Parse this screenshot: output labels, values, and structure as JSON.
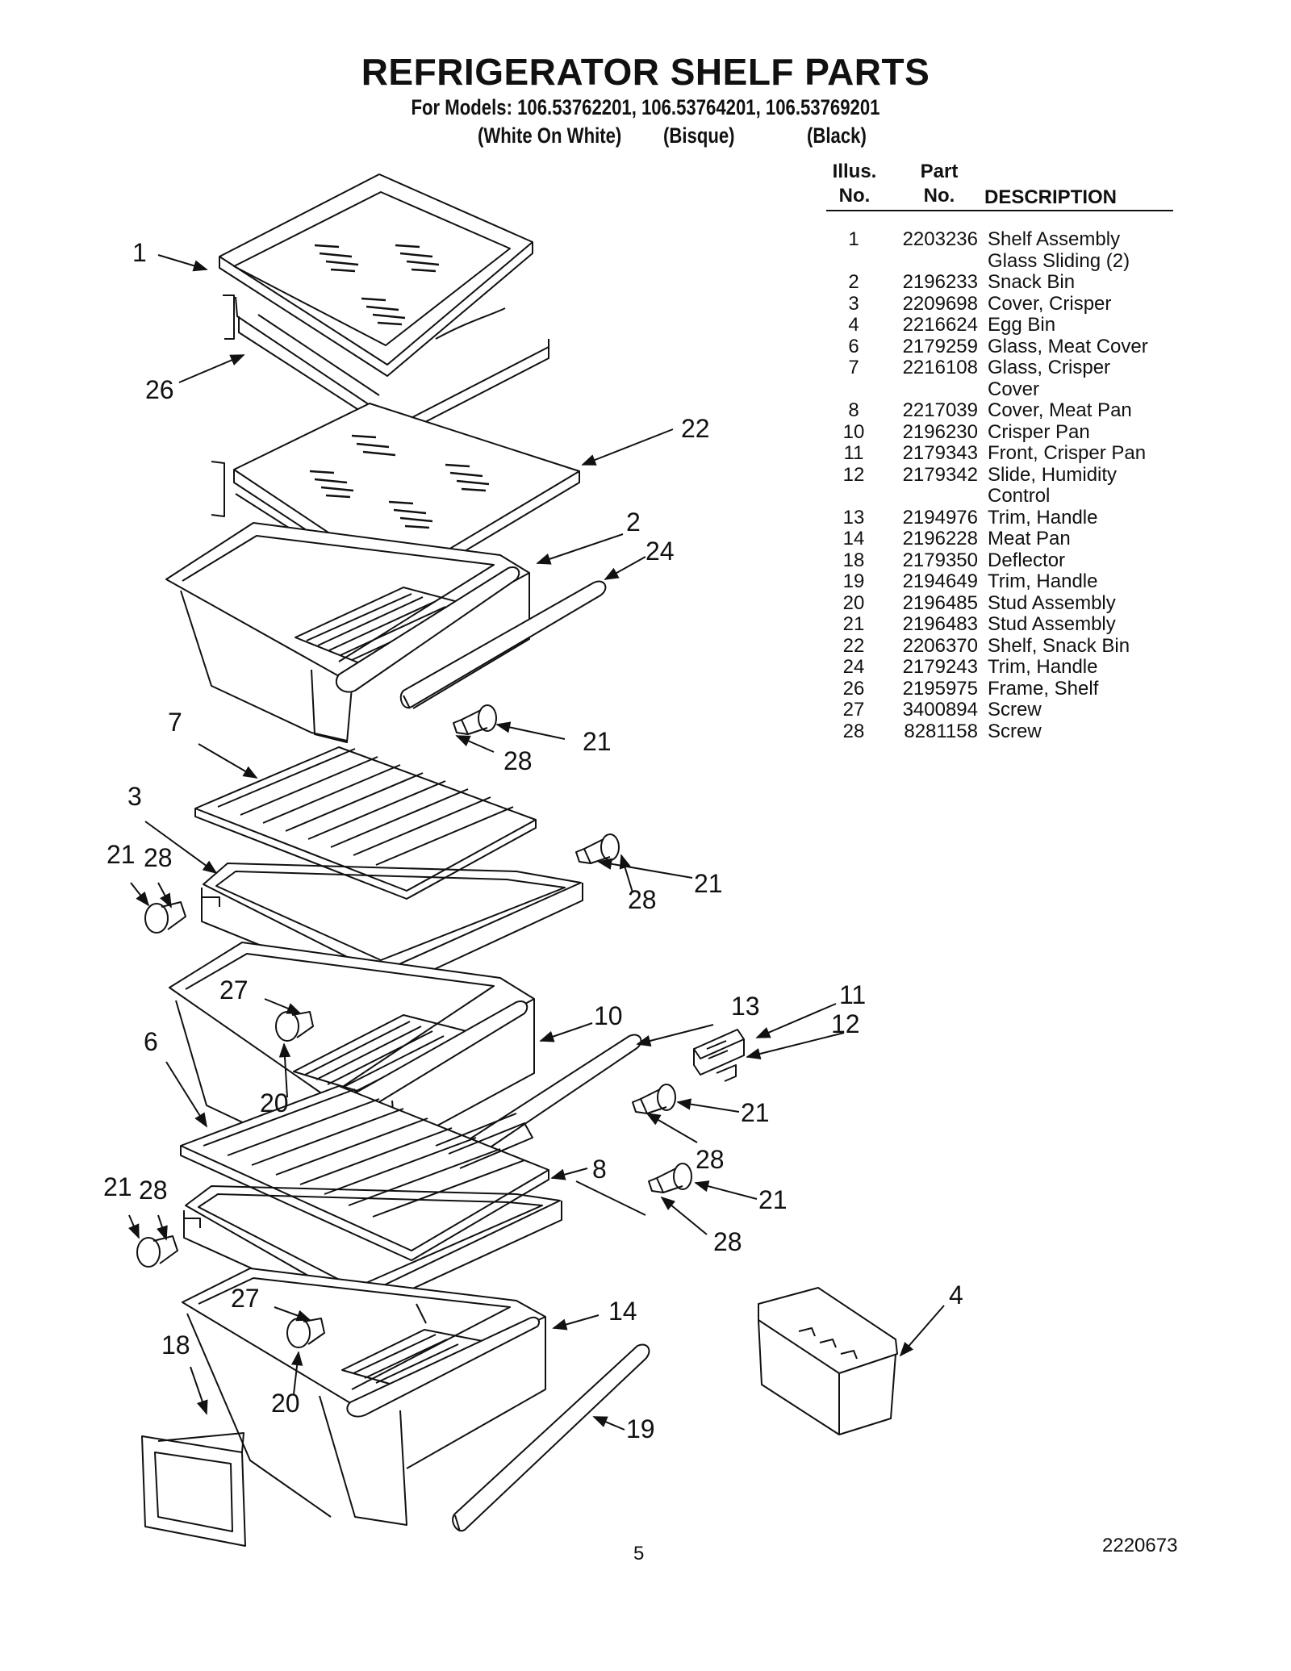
{
  "header": {
    "title": "REFRIGERATOR SHELF PARTS",
    "subtitle": "For Models: 106.53762201, 106.53764201, 106.53769201",
    "finishes": [
      "(White On White)",
      "(Bisque)",
      "(Black)"
    ]
  },
  "table": {
    "headers": {
      "illus": "Illus.\nNo.",
      "part": "Part\nNo.",
      "description": "DESCRIPTION"
    },
    "rows": [
      {
        "illus": "1",
        "part": "2203236",
        "desc": "Shelf Assembly\nGlass Sliding (2)"
      },
      {
        "illus": "2",
        "part": "2196233",
        "desc": "Snack Bin"
      },
      {
        "illus": "3",
        "part": "2209698",
        "desc": "Cover, Crisper"
      },
      {
        "illus": "4",
        "part": "2216624",
        "desc": "Egg Bin"
      },
      {
        "illus": "6",
        "part": "2179259",
        "desc": "Glass, Meat Cover"
      },
      {
        "illus": "7",
        "part": "2216108",
        "desc": "Glass, Crisper\nCover"
      },
      {
        "illus": "8",
        "part": "2217039",
        "desc": "Cover, Meat Pan"
      },
      {
        "illus": "10",
        "part": "2196230",
        "desc": "Crisper Pan"
      },
      {
        "illus": "11",
        "part": "2179343",
        "desc": "Front, Crisper Pan"
      },
      {
        "illus": "12",
        "part": "2179342",
        "desc": "Slide, Humidity\nControl"
      },
      {
        "illus": "13",
        "part": "2194976",
        "desc": "Trim, Handle"
      },
      {
        "illus": "14",
        "part": "2196228",
        "desc": "Meat Pan"
      },
      {
        "illus": "18",
        "part": "2179350",
        "desc": "Deflector"
      },
      {
        "illus": "19",
        "part": "2194649",
        "desc": "Trim, Handle"
      },
      {
        "illus": "20",
        "part": "2196485",
        "desc": "Stud Assembly"
      },
      {
        "illus": "21",
        "part": "2196483",
        "desc": "Stud Assembly"
      },
      {
        "illus": "22",
        "part": "2206370",
        "desc": "Shelf, Snack Bin"
      },
      {
        "illus": "24",
        "part": "2179243",
        "desc": "Trim, Handle"
      },
      {
        "illus": "26",
        "part": "2195975",
        "desc": "Frame, Shelf"
      },
      {
        "illus": "27",
        "part": "3400894",
        "desc": "Screw"
      },
      {
        "illus": "28",
        "part": "8281158",
        "desc": "Screw"
      }
    ]
  },
  "callouts": {
    "c1": "1",
    "c26": "26",
    "c22": "22",
    "c2": "2",
    "c24": "24",
    "c7": "7",
    "c21a": "21",
    "c28a": "28",
    "c3": "3",
    "c21b": "21",
    "c28b": "28",
    "c28c": "28",
    "c21c": "21",
    "c27a": "27",
    "c10": "10",
    "c13": "13",
    "c11": "11",
    "c12": "12",
    "c6": "6",
    "c20a": "20",
    "c21d": "21",
    "c28d": "28",
    "c8": "8",
    "c21e": "21",
    "c28e": "28",
    "c28f": "28",
    "c21f": "21",
    "c27b": "27",
    "c14": "14",
    "c4": "4",
    "c18": "18",
    "c20b": "20",
    "c19": "19"
  },
  "footer": {
    "page": "5",
    "doc_number": "2220673"
  }
}
